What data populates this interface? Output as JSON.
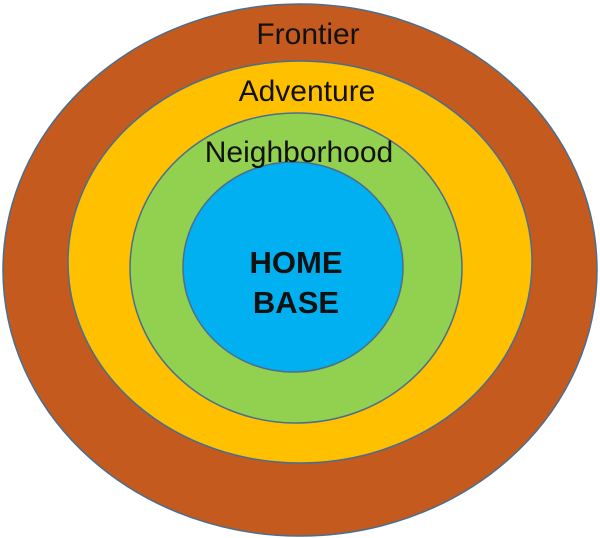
{
  "rings": [
    {
      "key": "frontier",
      "label": "Frontier",
      "color": "#C55A1F"
    },
    {
      "key": "adventure",
      "label": "Adventure",
      "color": "#FFC000"
    },
    {
      "key": "neighborhood",
      "label": "Neighborhood",
      "color": "#92D050"
    },
    {
      "key": "home_base",
      "label_line1": "HOME",
      "label_line2": "BASE",
      "color": "#00B0F0"
    }
  ],
  "outline_color": "#4A6E8F"
}
